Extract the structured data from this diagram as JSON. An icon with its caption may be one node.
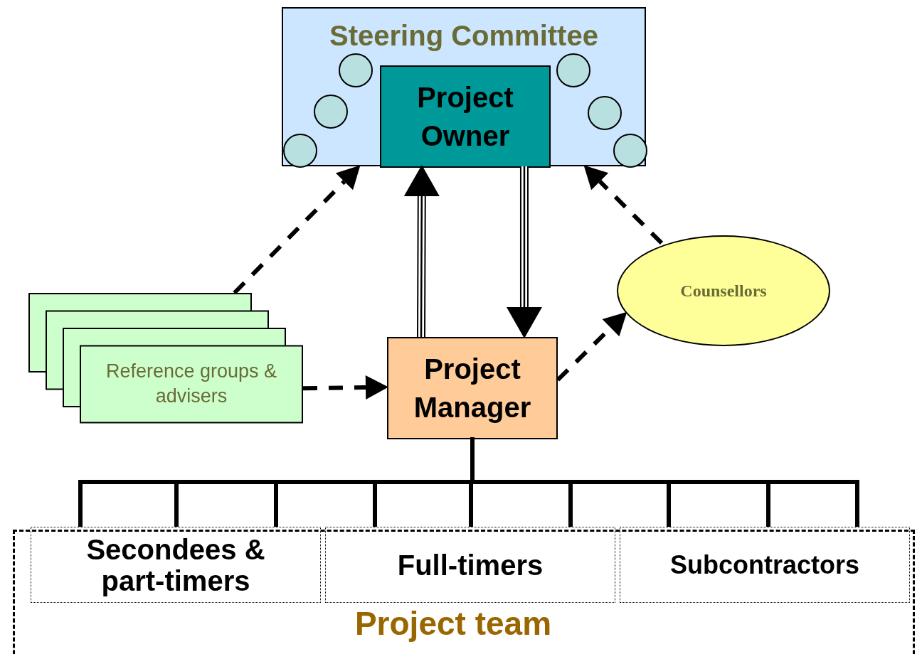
{
  "diagram": {
    "nodes": [
      {
        "text": [
          "Steering Committee"
        ]
      },
      {
        "text": [
          "Project Owner"
        ],
        "in": 0
      },
      {
        "text": [],
        "shape": "circle",
        "in": 0
      },
      {
        "text": [],
        "shape": "circle",
        "in": 0
      },
      {
        "text": [],
        "shape": "circle",
        "in": 0
      },
      {
        "text": [],
        "shape": "circle",
        "in": 0
      },
      {
        "text": [],
        "shape": "circle",
        "in": 0
      },
      {
        "text": [],
        "shape": "circle",
        "in": 0
      },
      {
        "text": [
          "Counsellors"
        ]
      },
      {
        "text": [
          "Reference groups & advisers"
        ]
      },
      {
        "text": [
          "Project Manager"
        ]
      },
      {
        "text": [
          "Project team"
        ]
      },
      {
        "text": [
          "Secondees & part-timers"
        ],
        "in": 11
      },
      {
        "text": [
          "Full-timers"
        ],
        "in": 11
      },
      {
        "text": [
          "Subcontractors"
        ],
        "in": 11
      }
    ],
    "edges": [
      {
        "from": 9,
        "to": 0,
        "arrow": "to",
        "style": "dashed"
      },
      {
        "from": 9,
        "to": 10,
        "arrow": "to",
        "style": "dashed"
      },
      {
        "from": 10,
        "to": 1,
        "arrow": "to",
        "style": "thick"
      },
      {
        "from": 1,
        "to": 10,
        "arrow": "to",
        "style": "thick"
      },
      {
        "from": 10,
        "to": 8,
        "arrow": "to",
        "style": "dashed"
      },
      {
        "from": 8,
        "to": 0,
        "arrow": "to",
        "style": "dashed"
      },
      {
        "from": 10,
        "to": 12,
        "arrow": "none"
      },
      {
        "from": 10,
        "to": 13,
        "arrow": "none"
      },
      {
        "from": 10,
        "to": 14,
        "arrow": "none"
      }
    ]
  }
}
